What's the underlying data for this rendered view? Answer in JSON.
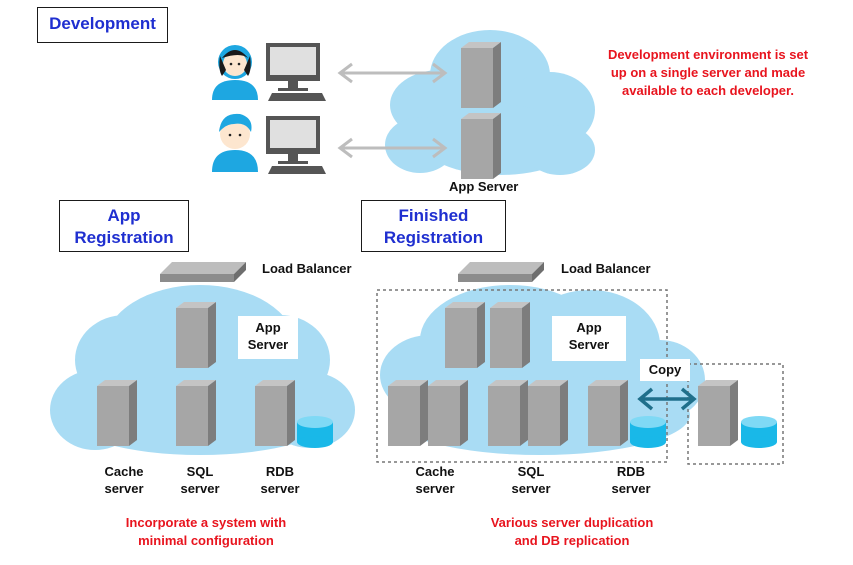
{
  "titles": {
    "development": "Development",
    "app_registration_line1": "App",
    "app_registration_line2": "Registration",
    "finished_registration_line1": "Finished",
    "finished_registration_line2": "Registration"
  },
  "labels": {
    "app_server": "App Server",
    "load_balancer_left": "Load Balancer",
    "load_balancer_right": "Load Balancer",
    "app_server_left_line1": "App",
    "app_server_left_line2": "Server",
    "app_server_right_line1": "App",
    "app_server_right_line2": "Server",
    "copy": "Copy",
    "cache_left_line1": "Cache",
    "cache_left_line2": "server",
    "sql_left_line1": "SQL",
    "sql_left_line2": "server",
    "rdb_left_line1": "RDB",
    "rdb_left_line2": "server",
    "cache_right_line1": "Cache",
    "cache_right_line2": "server",
    "sql_right_line1": "SQL",
    "sql_right_line2": "server",
    "rdb_right_line1": "RDB",
    "rdb_right_line2": "server"
  },
  "notes": {
    "development_line1": "Development environment is set",
    "development_line2": "up on a single server and made",
    "development_line3": "available to each developer.",
    "left_line1": "Incorporate a system with",
    "left_line2": "minimal configuration",
    "right_line1": "Various server duplication",
    "right_line2": "and DB replication"
  },
  "colors": {
    "title_blue": "#1f2fd0",
    "note_red": "#e8141e",
    "cloud": "#a9dcf4",
    "server_front": "#a6a6a6",
    "server_side": "#7d7d7d",
    "db_cyan": "#19b8e8",
    "copy_arrow": "#1f6f8b"
  },
  "icons": [
    "female-developer-icon",
    "male-developer-icon",
    "desktop-computer-icon",
    "server-icon",
    "database-icon",
    "load-balancer-icon",
    "cloud-icon"
  ]
}
